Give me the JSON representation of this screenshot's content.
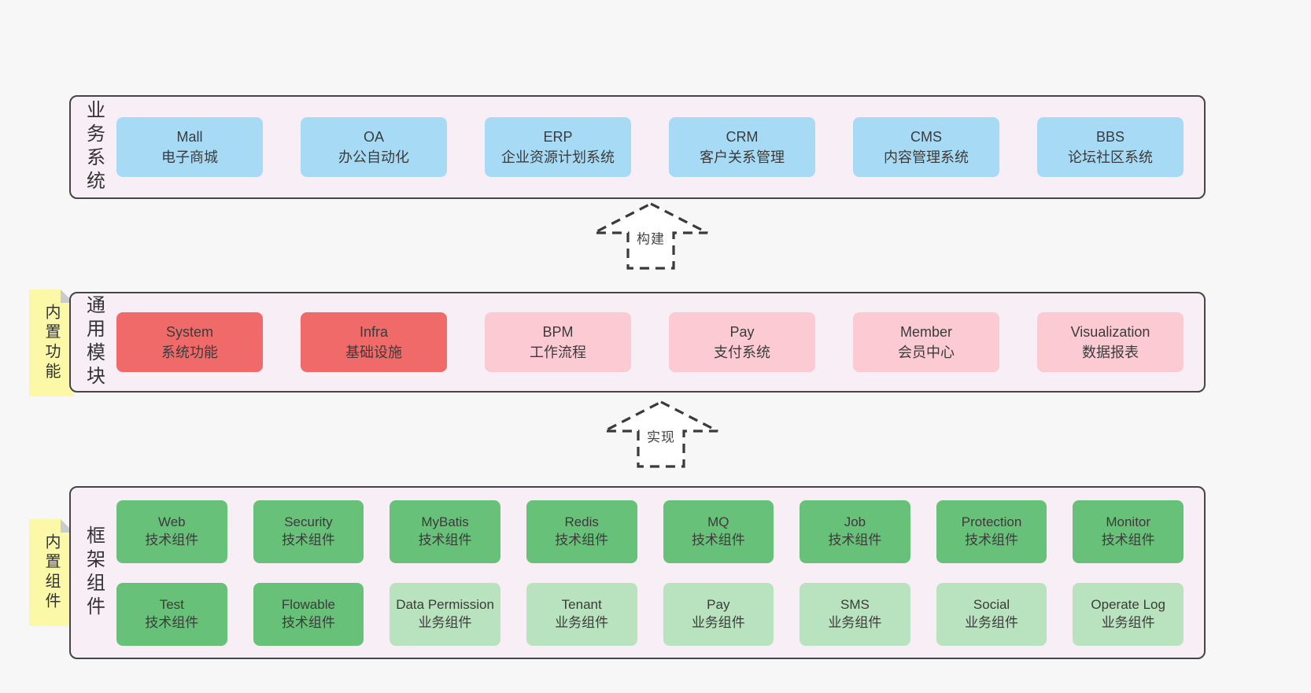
{
  "palette": {
    "page_background": "#f7f7f7",
    "layer_background": "#f8eef6",
    "layer_border": "#454545",
    "note_background": "#fbf9a8",
    "note_fold": "#c9cbcd",
    "blue": "#a7dbf5",
    "red": "#f16a6a",
    "pink": "#fbcad3",
    "green": "#68c178",
    "green_light": "#b9e3be",
    "text": "#3b3b3b",
    "arrow_stroke": "#3a3a3a"
  },
  "arrows": [
    {
      "label": "构建"
    },
    {
      "label": "实现"
    }
  ],
  "layers": [
    {
      "id": "business-systems",
      "label": "业务系统",
      "note": null,
      "rows": [
        [
          {
            "name": "Mall",
            "desc": "电子商城",
            "variant": "blue"
          },
          {
            "name": "OA",
            "desc": "办公自动化",
            "variant": "blue"
          },
          {
            "name": "ERP",
            "desc": "企业资源计划系统",
            "variant": "blue"
          },
          {
            "name": "CRM",
            "desc": "客户关系管理",
            "variant": "blue"
          },
          {
            "name": "CMS",
            "desc": "内容管理系统",
            "variant": "blue"
          },
          {
            "name": "BBS",
            "desc": "论坛社区系统",
            "variant": "blue"
          }
        ]
      ]
    },
    {
      "id": "common-modules",
      "label": "通用模块",
      "note": "内置功能",
      "rows": [
        [
          {
            "name": "System",
            "desc": "系统功能",
            "variant": "red"
          },
          {
            "name": "Infra",
            "desc": "基础设施",
            "variant": "red"
          },
          {
            "name": "BPM",
            "desc": "工作流程",
            "variant": "pink"
          },
          {
            "name": "Pay",
            "desc": "支付系统",
            "variant": "pink"
          },
          {
            "name": "Member",
            "desc": "会员中心",
            "variant": "pink"
          },
          {
            "name": "Visualization",
            "desc": "数据报表",
            "variant": "pink"
          }
        ]
      ]
    },
    {
      "id": "framework-components",
      "label": "框架组件",
      "note": "内置组件",
      "rows": [
        [
          {
            "name": "Web",
            "desc": "技术组件",
            "variant": "green"
          },
          {
            "name": "Security",
            "desc": "技术组件",
            "variant": "green"
          },
          {
            "name": "MyBatis",
            "desc": "技术组件",
            "variant": "green"
          },
          {
            "name": "Redis",
            "desc": "技术组件",
            "variant": "green"
          },
          {
            "name": "MQ",
            "desc": "技术组件",
            "variant": "green"
          },
          {
            "name": "Job",
            "desc": "技术组件",
            "variant": "green"
          },
          {
            "name": "Protection",
            "desc": "技术组件",
            "variant": "green"
          },
          {
            "name": "Monitor",
            "desc": "技术组件",
            "variant": "green"
          }
        ],
        [
          {
            "name": "Test",
            "desc": "技术组件",
            "variant": "green"
          },
          {
            "name": "Flowable",
            "desc": "技术组件",
            "variant": "green"
          },
          {
            "name": "Data Permission",
            "desc": "业务组件",
            "variant": "green_light"
          },
          {
            "name": "Tenant",
            "desc": "业务组件",
            "variant": "green_light"
          },
          {
            "name": "Pay",
            "desc": "业务组件",
            "variant": "green_light"
          },
          {
            "name": "SMS",
            "desc": "业务组件",
            "variant": "green_light"
          },
          {
            "name": "Social",
            "desc": "业务组件",
            "variant": "green_light"
          },
          {
            "name": "Operate Log",
            "desc": "业务组件",
            "variant": "green_light"
          }
        ]
      ]
    }
  ]
}
